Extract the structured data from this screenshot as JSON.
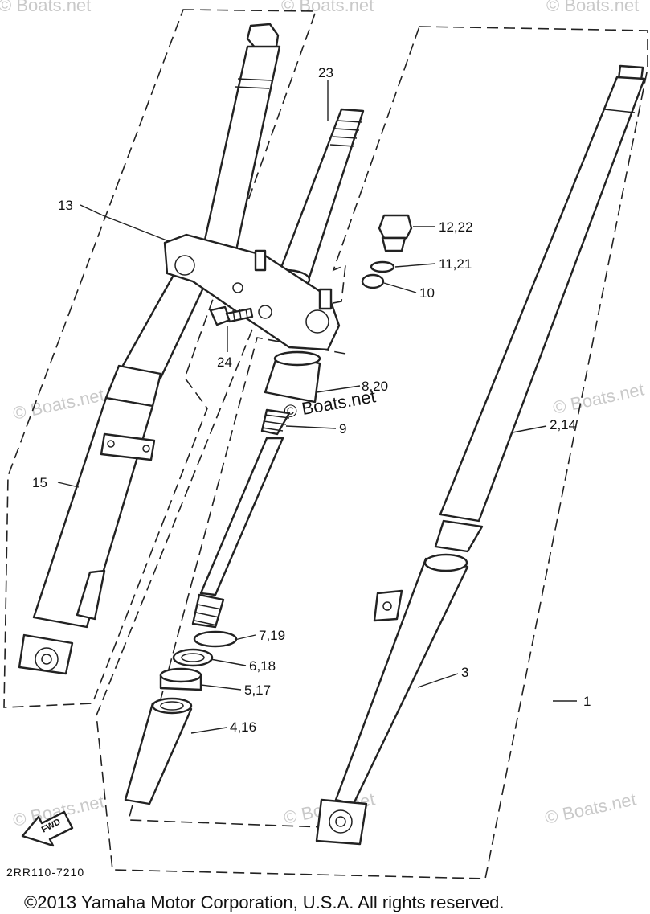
{
  "diagram": {
    "parts": [
      {
        "number": "1"
      },
      {
        "number": "2,14"
      },
      {
        "number": "3"
      },
      {
        "number": "4,16"
      },
      {
        "number": "5,17"
      },
      {
        "number": "6,18"
      },
      {
        "number": "7,19"
      },
      {
        "number": "8,20"
      },
      {
        "number": "9"
      },
      {
        "number": "10"
      },
      {
        "number": "11,21"
      },
      {
        "number": "12,22"
      },
      {
        "number": "13"
      },
      {
        "number": "15"
      },
      {
        "number": "23"
      },
      {
        "number": "24"
      }
    ],
    "diagram_code": "2RR110-7210",
    "fwd_arrow_text": "FWD",
    "watermarks": [
      "© Boats.net",
      "© Boats.net",
      "© Boats.net",
      "© Boats.net",
      "© Boats.net",
      "© Boats.net",
      "© Boats.net",
      "© Boats.net",
      "© Boats.net"
    ],
    "copyright": "©2013 Yamaha Motor Corporation, U.S.A. All rights reserved."
  }
}
